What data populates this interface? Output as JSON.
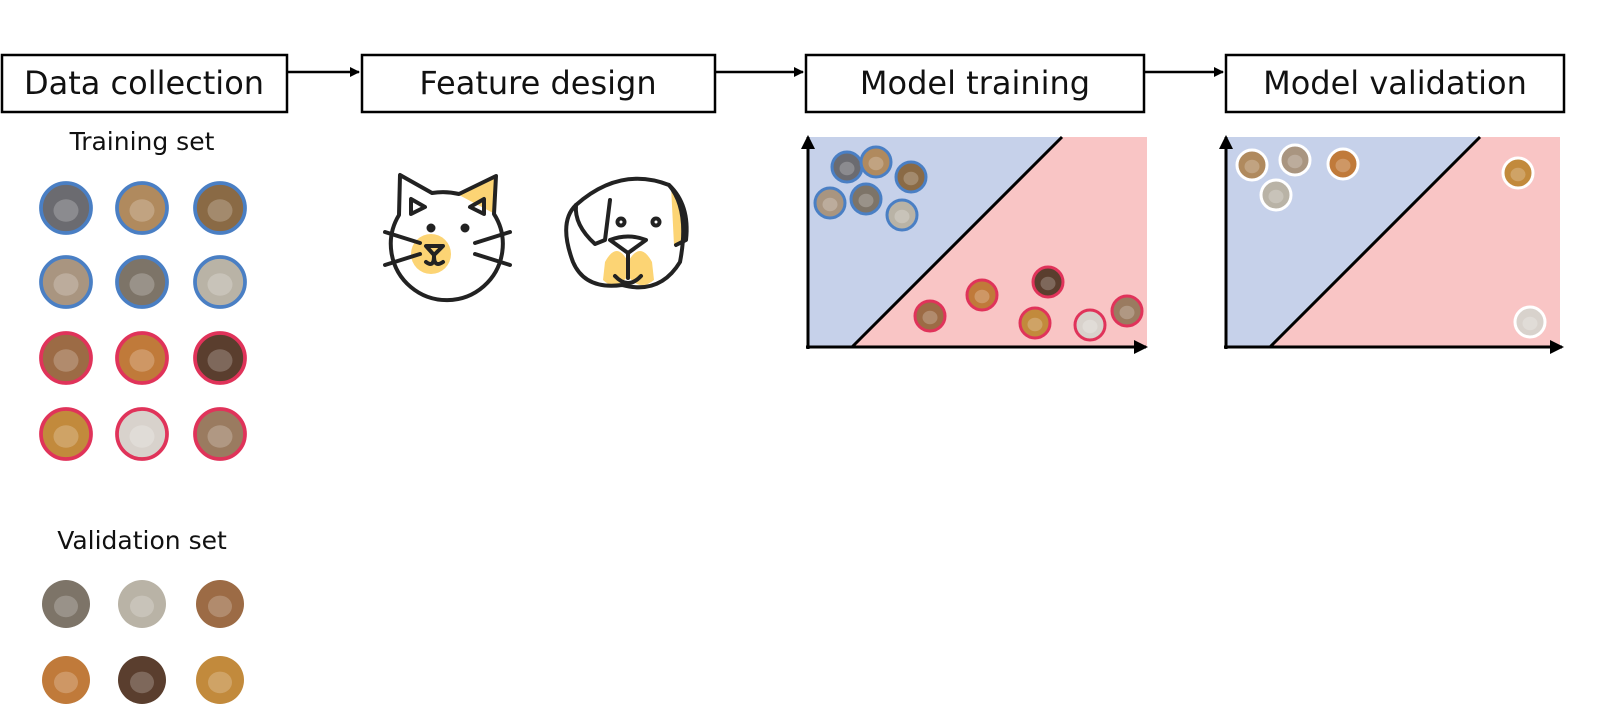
{
  "steps": [
    {
      "label": "Data collection"
    },
    {
      "label": "Feature design"
    },
    {
      "label": "Model training"
    },
    {
      "label": "Model validation"
    }
  ],
  "training_set": {
    "label": "Training set",
    "cats": 6,
    "dogs": 6
  },
  "validation_set": {
    "label": "Validation set",
    "cats": 3,
    "dogs": 3
  },
  "colors": {
    "cat_ring": "#4a7fc4",
    "dog_ring": "#e0335a",
    "cat_region": "#c6d1ea",
    "dog_region": "#f9c5c5",
    "icon_accent": "#fcd474",
    "photo_tones": [
      "#6b6b70",
      "#b08a5e",
      "#8a6a45",
      "#a99580",
      "#7d7468",
      "#b9b3a6",
      "#9c6b45",
      "#c07a3a",
      "#5a3e2e",
      "#c28a3c",
      "#d8d2cc",
      "#9a7b60"
    ]
  }
}
